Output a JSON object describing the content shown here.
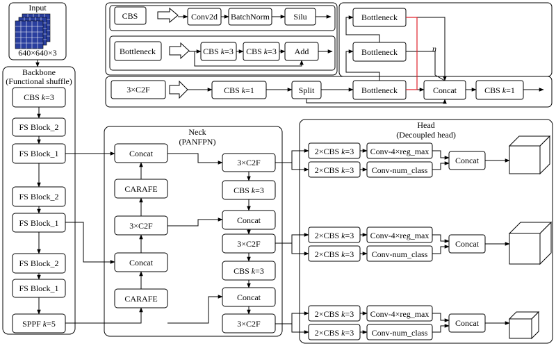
{
  "input": {
    "title": "Input",
    "size": "640×640×3",
    "colors": {
      "grid_fill": "#2a3f9e",
      "grid_line": "#ffffff"
    }
  },
  "backbone": {
    "title_line1": "Backbone",
    "title_line2": "(Functional shuffle)",
    "blocks": [
      {
        "name": "CBS",
        "k": "k",
        "eq": "=3"
      },
      {
        "text": "FS Block_2"
      },
      {
        "text": "FS Block_1"
      },
      {
        "text": "FS Block_2"
      },
      {
        "text": "FS Block_1"
      },
      {
        "text": "FS Block_2"
      },
      {
        "text": "FS Block_1"
      },
      {
        "name": "SPPF",
        "k": "k",
        "eq": "=5"
      }
    ]
  },
  "legend": {
    "cbs": {
      "label": "CBS",
      "parts": [
        "Conv2d",
        "BatchNorm",
        "Silu"
      ]
    },
    "bottleneck": {
      "label": "Bottleneck",
      "cbs_name": "CBS",
      "k": "k",
      "eq": "=3",
      "add": "Add"
    },
    "c2f": {
      "label": "3×C2F",
      "cbs_name": "CBS",
      "k": "k",
      "eq": "=1",
      "split": "Split",
      "bottleneck": "Bottleneck",
      "n": "n",
      "concat": "Concat",
      "colors": {
        "repeat_bracket": "#e0202a"
      }
    }
  },
  "neck": {
    "title_line1": "Neck",
    "title_line2": "(PANFPN)",
    "left": [
      "Concat",
      "CARAFE",
      "3×C2F",
      "Concat",
      "CARAFE"
    ],
    "right": [
      "3×C2F",
      "Concat",
      "3×C2F",
      "Concat",
      "3×C2F"
    ],
    "cbs_name": "CBS",
    "k": "k",
    "eq": "=3"
  },
  "head": {
    "title_line1": "Head",
    "title_line2": "(Decoupled head)",
    "cbs_prefix": "2×CBS ",
    "k": "k",
    "eq": "=3",
    "reg": "Conv-4×reg_max",
    "cls": "Conv-num_class",
    "concat": "Concat"
  }
}
